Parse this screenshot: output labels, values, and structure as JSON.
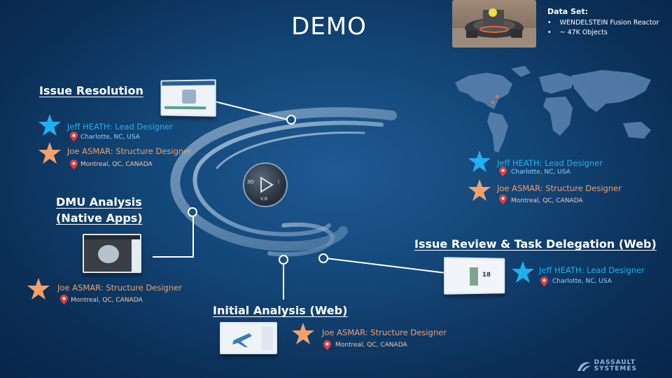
{
  "title": "DEMO",
  "dataset": {
    "label": "Data Set:",
    "items": [
      "WENDELSTEIN Fusion Reactor",
      "~ 47K Objects"
    ]
  },
  "issue_resolution": {
    "title": "Issue Resolution",
    "lead_name": "Jeff HEATH: Lead Designer",
    "lead_loc": "Charlotte, NC, USA",
    "struct_name": "Joe ASMAR: Structure Designer",
    "struct_loc": "Montreal, QC, CANADA"
  },
  "dmu": {
    "title_line1": "DMU Analysis",
    "title_line2": "(Native Apps)",
    "struct_name": "Joe ASMAR: Structure Designer",
    "struct_loc": "Montreal, QC, CANADA"
  },
  "initial": {
    "title": "Initial Analysis (Web)",
    "struct_name": "Joe ASMAR: Structure Designer",
    "struct_loc": "Montreal, QC, CANADA"
  },
  "review": {
    "title": "Issue Review & Task Delegation (Web)",
    "lead_name": "Jeff HEATH: Lead Designer",
    "lead_loc": "Charlotte, NC, USA"
  },
  "map_team": {
    "lead_name": "Jeff HEATH: Lead Designer",
    "lead_loc": "Charlotte, NC, USA",
    "struct_name": "Joe ASMAR: Structure Designer",
    "struct_loc": "Montreal, QC, CANADA"
  },
  "compass": {
    "left": "3D",
    "right": "i",
    "bottom": "V,R"
  },
  "thumb_text": {
    "review": "18"
  },
  "logo": {
    "line1": "DASSAULT",
    "line2": "SYSTEMES"
  },
  "colors": {
    "lead": "#22b0f0",
    "struct": "#f3a06a",
    "background": "#134677"
  }
}
